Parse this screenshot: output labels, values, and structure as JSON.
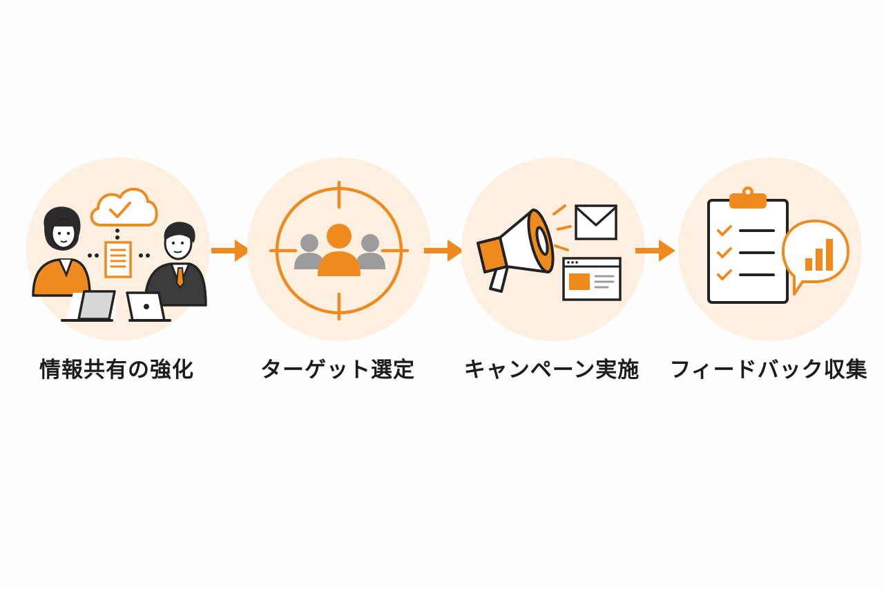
{
  "steps": [
    {
      "id": "info-sharing",
      "label": "情報共有の強化"
    },
    {
      "id": "target-selection",
      "label": "ターゲット選定"
    },
    {
      "id": "campaign",
      "label": "キャンペーン実施"
    },
    {
      "id": "feedback",
      "label": "フィードバック収集"
    }
  ],
  "icons": {
    "step1": [
      "cloud-check-icon",
      "document-icon",
      "woman-with-laptop-icon",
      "man-with-laptop-icon"
    ],
    "step2": [
      "target-crosshair-icon",
      "audience-group-icon"
    ],
    "step3": [
      "megaphone-icon",
      "mail-icon",
      "web-page-icon"
    ],
    "step4": [
      "clipboard-checklist-icon",
      "bar-chart-bubble-icon"
    ]
  },
  "colors": {
    "accent": "#ee8a1e",
    "circle_bg": "#fdf0e0",
    "text": "#1c1c1c",
    "gray_person": "#9c9c9c"
  }
}
